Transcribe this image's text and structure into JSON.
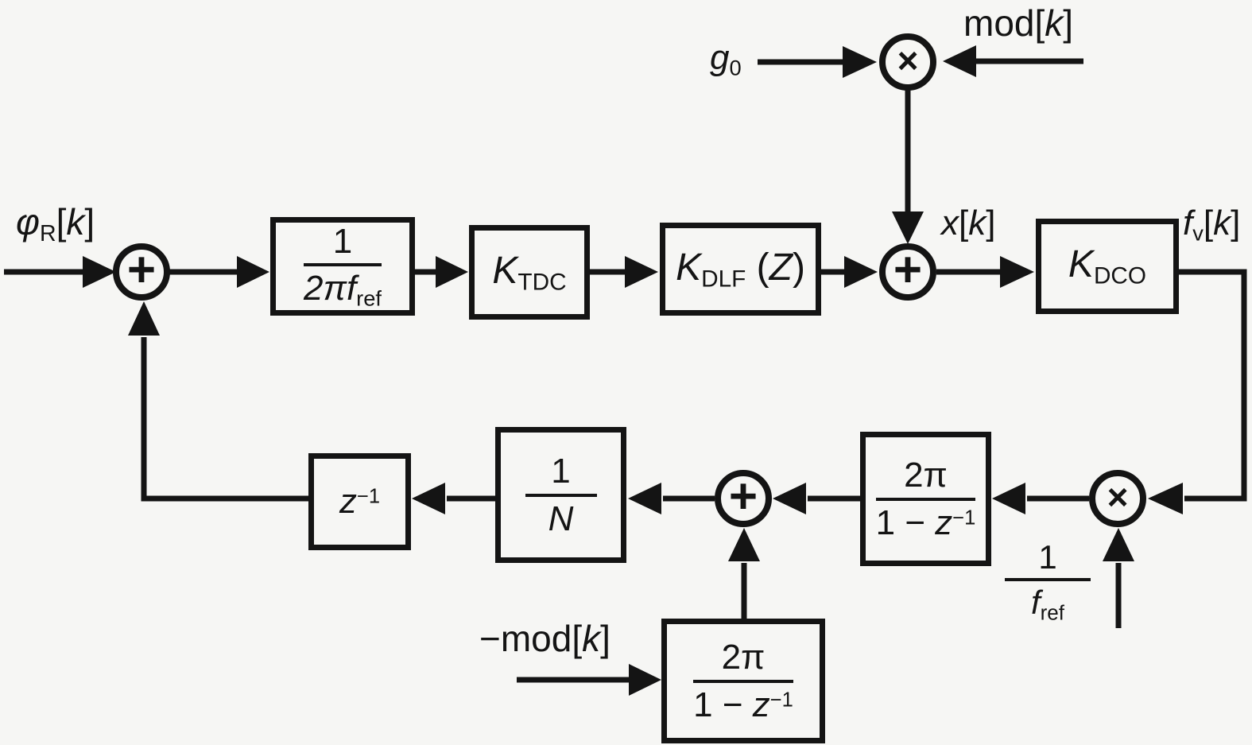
{
  "colors": {
    "background": "#f6f6f4",
    "ink": "#141414"
  },
  "nodes": {
    "plus": "+",
    "times": "×"
  },
  "labels": {
    "input": {
      "phi": "φ",
      "sub": "R",
      "open": "[",
      "k": "k",
      "close": "]"
    },
    "g0": {
      "base": "g",
      "sub": "0"
    },
    "mod": {
      "pre": "mod[",
      "k": "k",
      "close": "]"
    },
    "xk": {
      "x": "x",
      "open": "[",
      "k": "k",
      "close": "]"
    },
    "fvk": {
      "f": "f",
      "sub": "v",
      "open": "[",
      "k": "k",
      "close": "]"
    },
    "inv_fref": {
      "num": "1",
      "den_f": "f",
      "den_sub": "ref"
    },
    "neg_mod": {
      "pre": "−mod[",
      "k": "k",
      "close": "]"
    }
  },
  "blocks": {
    "ref_scale": {
      "num": "1",
      "den_coeff": "2π",
      "den_f": "f",
      "den_sub": "ref"
    },
    "tdc": {
      "base": "K",
      "sub": "TDC"
    },
    "dlf": {
      "base": "K",
      "sub": "DLF",
      "open": " (",
      "z": "Z",
      "close": ")"
    },
    "dco": {
      "base": "K",
      "sub": "DCO"
    },
    "accum_right": {
      "num": "2π",
      "den_pre": "1 − ",
      "den_z": "z",
      "den_exp": "−1"
    },
    "div_n": {
      "num": "1",
      "den": "N"
    },
    "delay": {
      "base": "z",
      "exp": "−1"
    },
    "accum_bottom": {
      "num": "2π",
      "den_pre": "1 − ",
      "den_z": "z",
      "den_exp": "−1"
    }
  }
}
